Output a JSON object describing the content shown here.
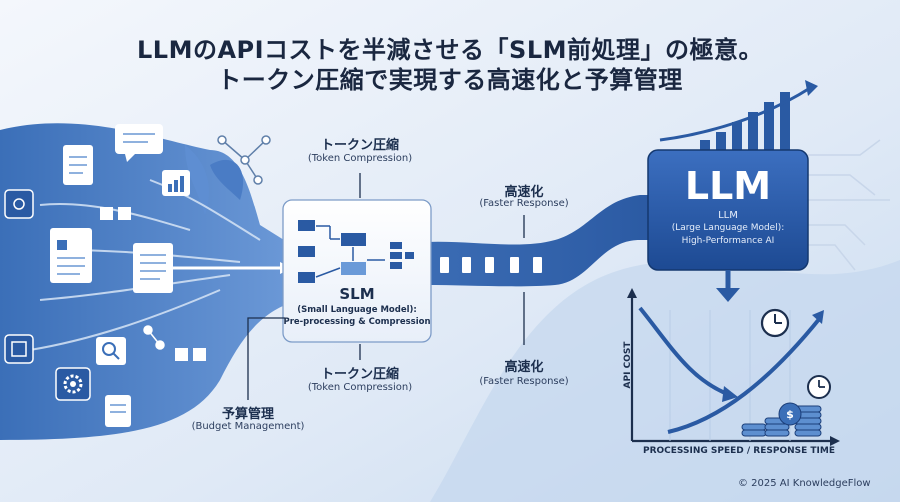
{
  "title": {
    "line1": "LLMのAPIコストを半減させる「SLM前処理」の極意。",
    "line2": "トークン圧縮で実現する高速化と予算管理"
  },
  "labels": {
    "token_top_jp": "トークン圧縮",
    "token_top_en": "(Token Compression)",
    "token_bottom_jp": "トークン圧縮",
    "token_bottom_en": "(Token Compression)",
    "speed_top_jp": "高速化",
    "speed_top_en": "(Faster Response)",
    "speed_bottom_jp": "高速化",
    "speed_bottom_en": "(Faster Response)",
    "budget_jp": "予算管理",
    "budget_en": "(Budget Management)"
  },
  "slm": {
    "title": "SLM",
    "sub1": "(Small Language Model):",
    "sub2": "Pre-processing & Compression"
  },
  "llm": {
    "title": "LLM",
    "sub1": "LLM",
    "sub2": "(Large Language Model):",
    "sub3": "High-Performance AI"
  },
  "graph": {
    "y_label": "API COST",
    "x_label": "PROCESSING SPEED / RESPONSE TIME"
  },
  "footer": "© 2025 AI KnowledgeFlow",
  "colors": {
    "primary": "#1f4f99",
    "light": "#4f86cf",
    "paper": "#ffffff",
    "background": "#e6eef8"
  }
}
